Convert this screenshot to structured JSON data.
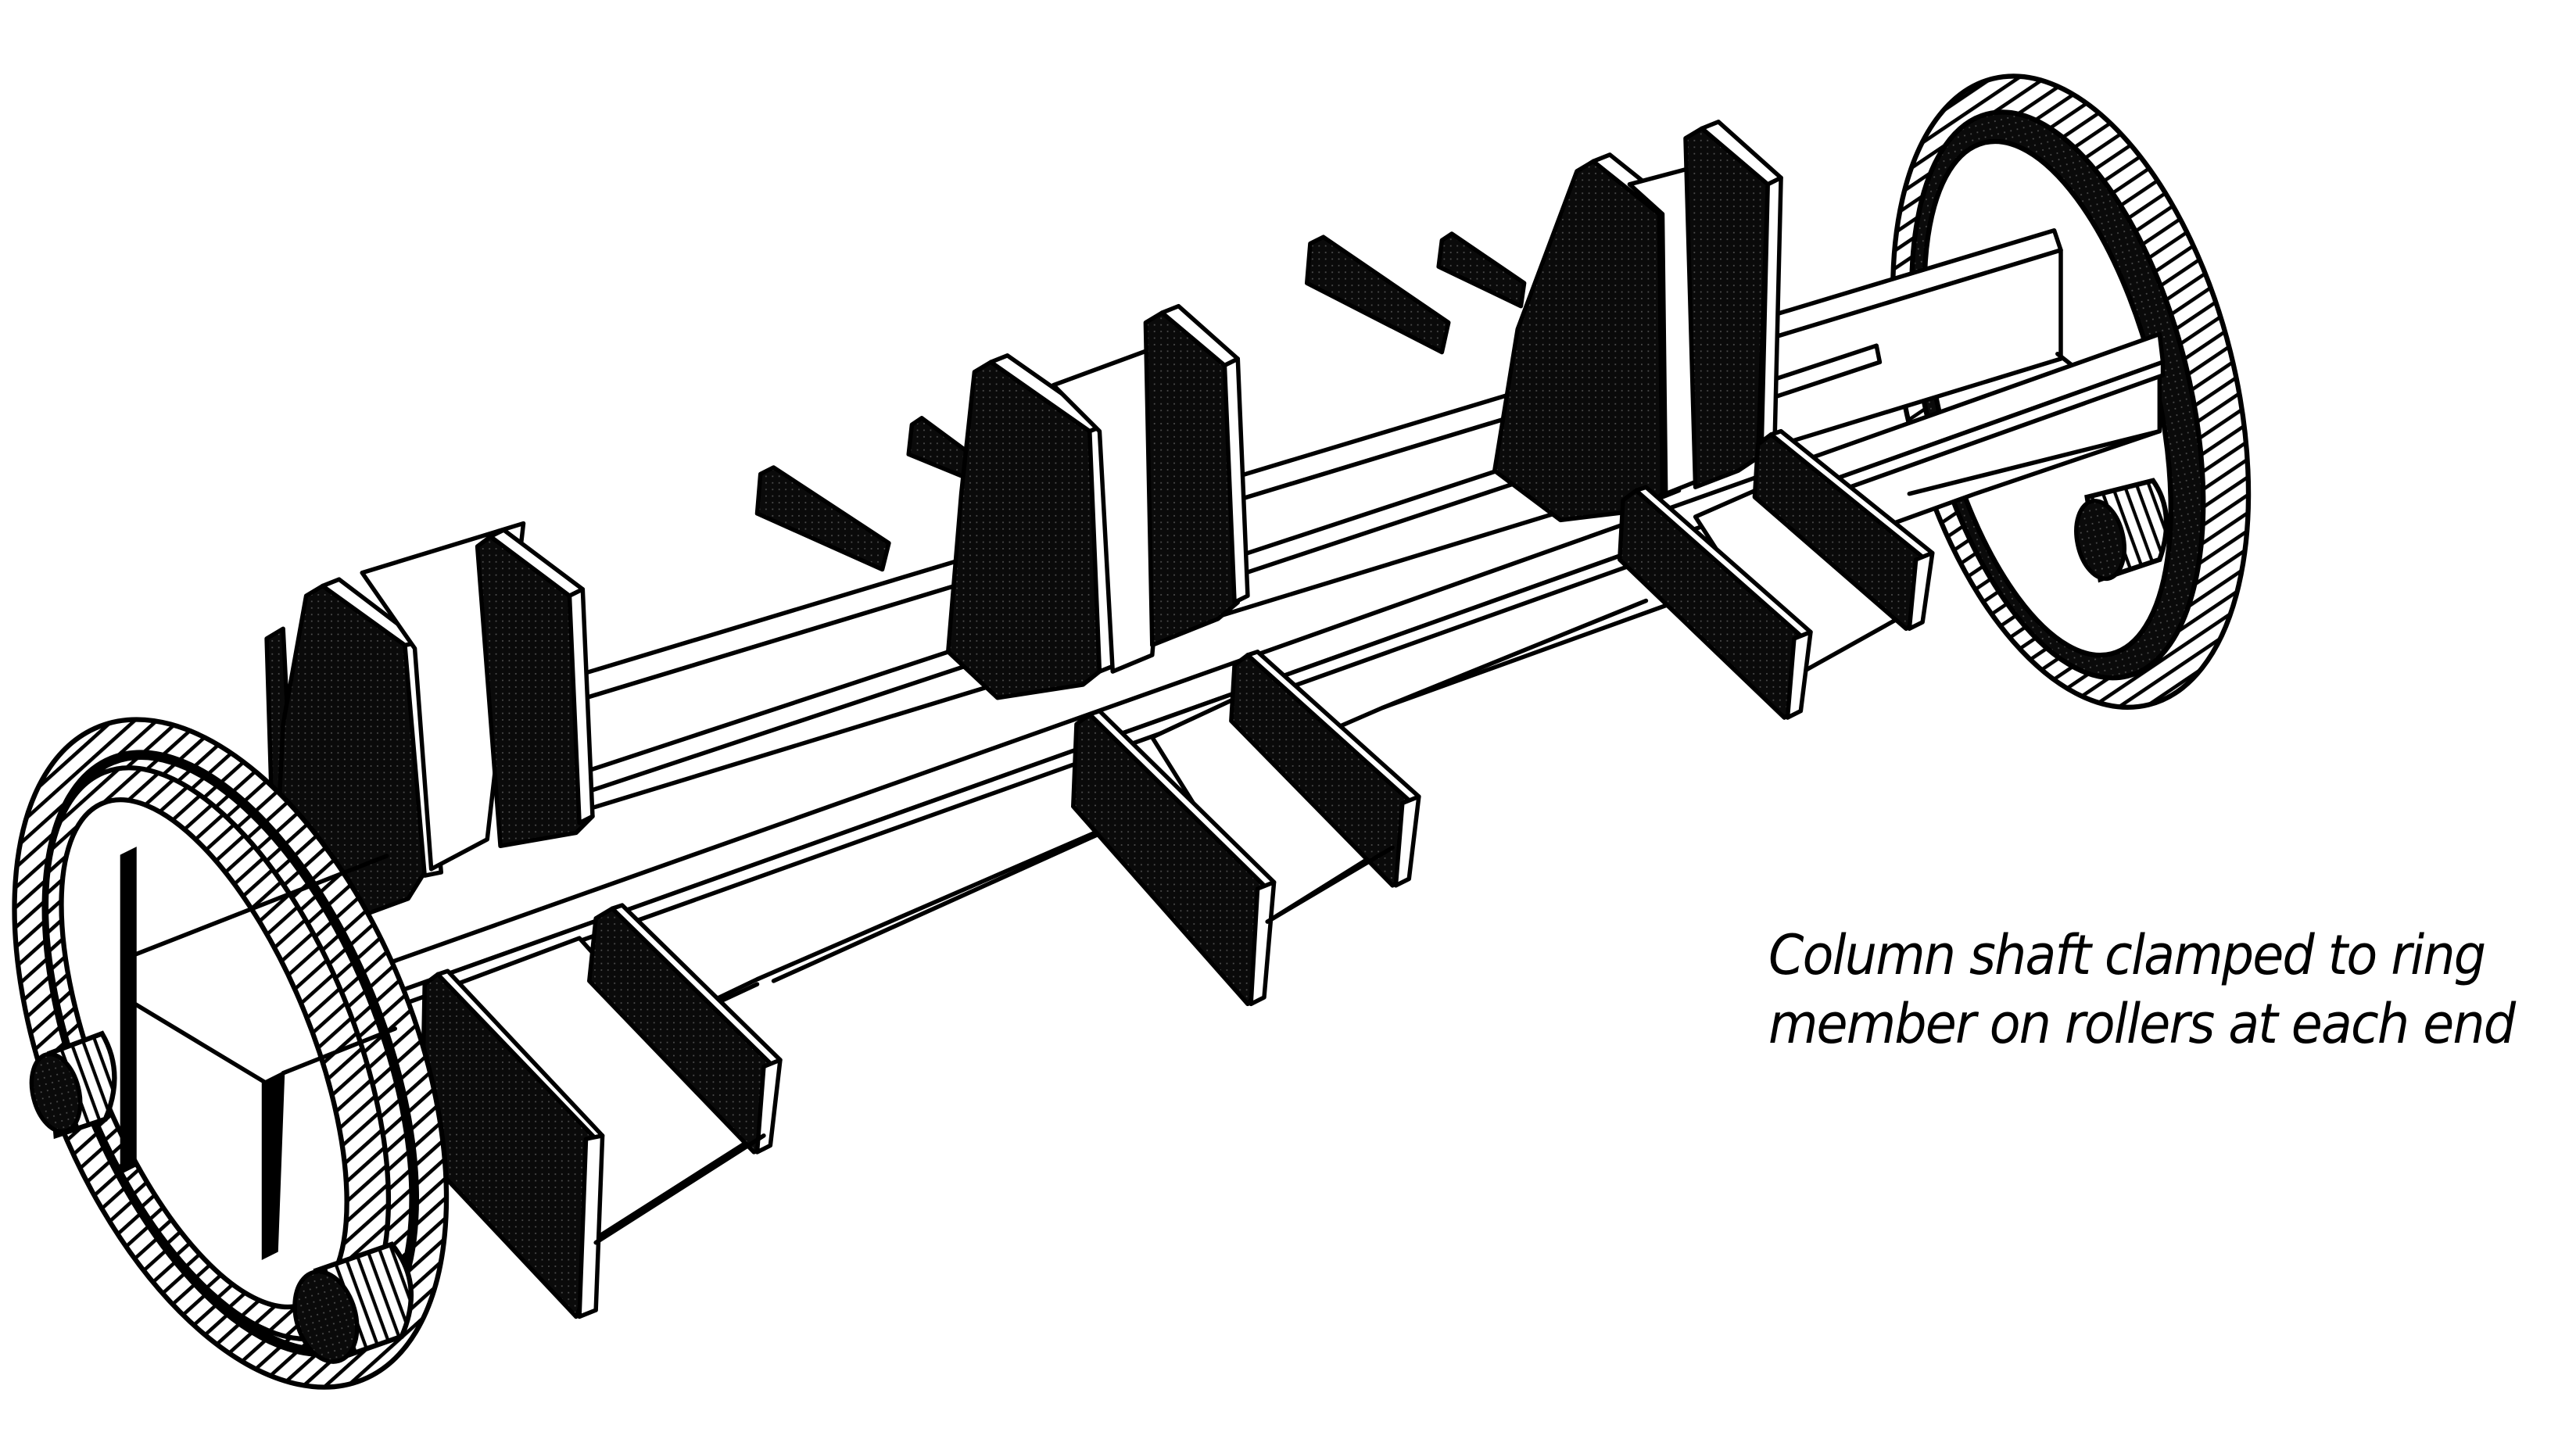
{
  "figure": {
    "subject": "Column shaft on ring members with rollers (isometric line drawing)",
    "components": {
      "shaft": "column-shaft",
      "ring_members": [
        "left-ring-member",
        "right-ring-member"
      ],
      "rollers": [
        "left-back-roller",
        "left-front-roller",
        "right-roller"
      ],
      "diaphragm_plates": 3,
      "beam_stubs": 3
    },
    "colors": {
      "ink": "#000000",
      "paper": "#ffffff"
    }
  },
  "caption": {
    "line1": "Column shaft clamped to ring",
    "line2": "member on rollers at each end"
  }
}
